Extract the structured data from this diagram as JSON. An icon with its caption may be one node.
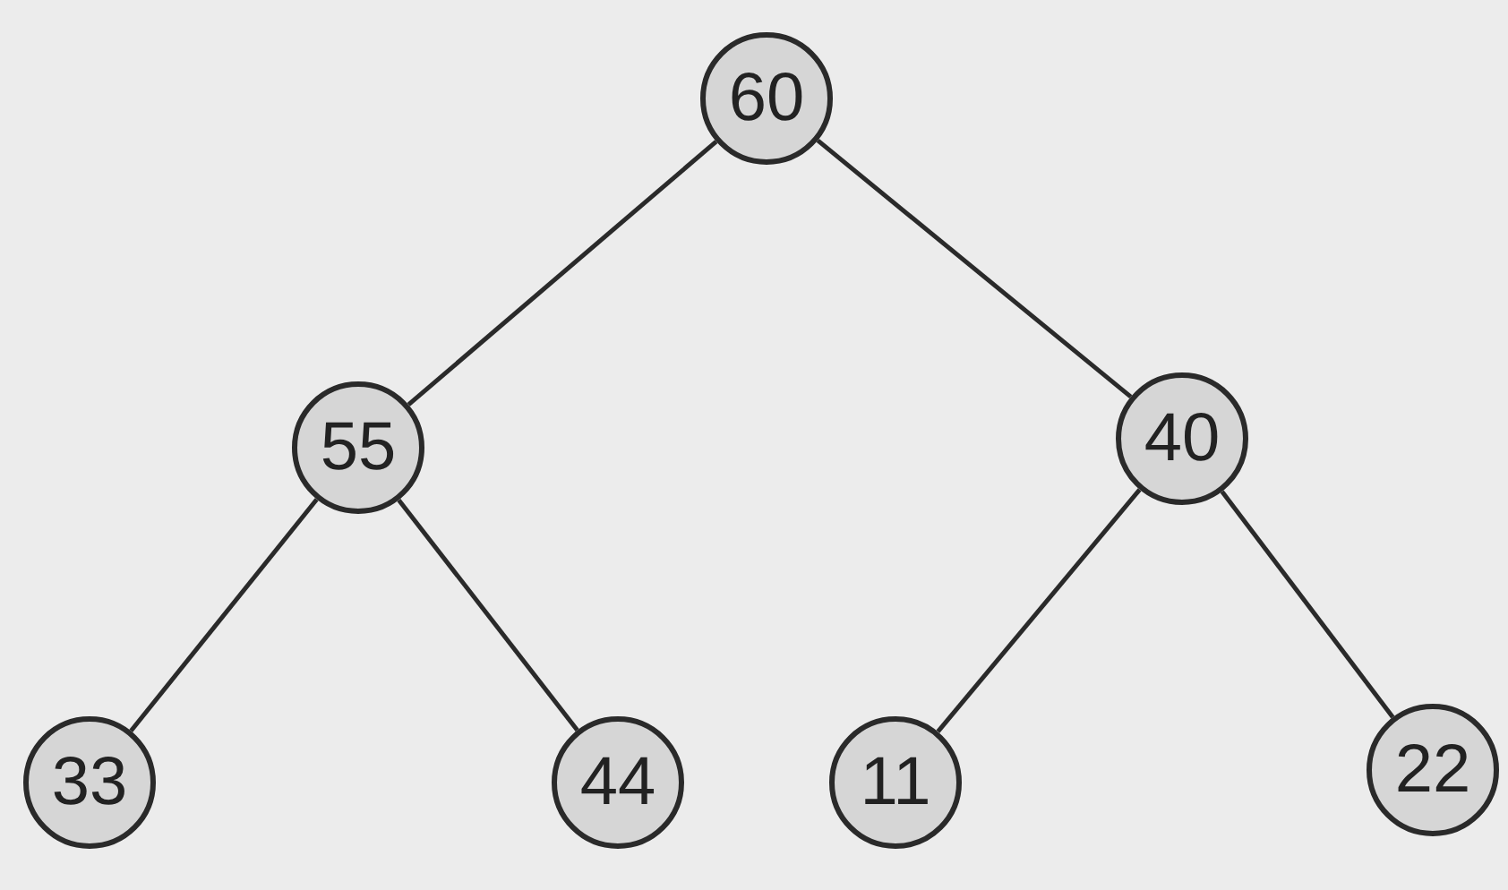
{
  "diagram": {
    "nodes": [
      {
        "text": [
          "60"
        ]
      },
      {
        "text": [
          "55"
        ]
      },
      {
        "text": [
          "40"
        ]
      },
      {
        "text": [
          "33"
        ]
      },
      {
        "text": [
          "44"
        ]
      },
      {
        "text": [
          "11"
        ]
      },
      {
        "text": [
          "22"
        ]
      }
    ],
    "edges": [
      {
        "from": 0,
        "to": 1,
        "arrow": "none"
      },
      {
        "from": 0,
        "to": 2,
        "arrow": "none"
      },
      {
        "from": 1,
        "to": 3,
        "arrow": "none"
      },
      {
        "from": 1,
        "to": 4,
        "arrow": "none"
      },
      {
        "from": 2,
        "to": 5,
        "arrow": "none"
      },
      {
        "from": 2,
        "to": 6,
        "arrow": "none"
      }
    ]
  }
}
